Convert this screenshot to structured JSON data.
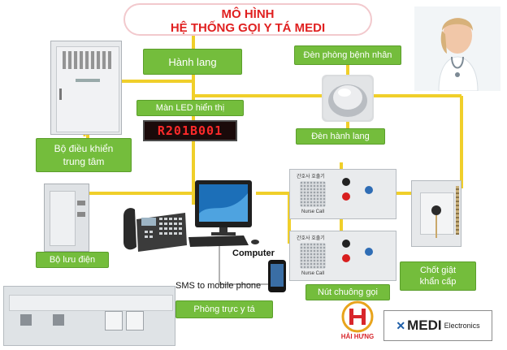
{
  "title": {
    "line1": "MÔ HÌNH",
    "line2": "HỆ THỐNG GỌI Y TÁ MEDI"
  },
  "labels": {
    "hanh_lang": "Hành lang",
    "den_phong": "Đèn phòng bệnh nhân",
    "man_led": "Màn LED hiển thị",
    "led_text": "R201B001",
    "den_hanh_lang": "Đèn hành lang",
    "bo_dieu_khien": [
      "Bộ điều khiển",
      "trung tâm"
    ],
    "bo_luu_dien": "Bộ lưu điện",
    "computer": "Computer",
    "sms": "SMS to mobile phone",
    "phong_truc": "Phòng trực y tá",
    "nut_chuong": "Nút chuông gọi",
    "chot_giat": [
      "Chốt giật",
      "khẩn cấp"
    ]
  },
  "device_text": {
    "nurse_call": "Nurse Call",
    "panel_header": "간호사 호출기"
  },
  "logos": {
    "hai_hung": "HẢI HƯNG",
    "medi": "MEDI",
    "medi_suffix": "Electronics"
  },
  "colors": {
    "accent_green": "#74bd3c",
    "wire_yellow": "#f0cf2a",
    "title_red": "#e02020",
    "led_red": "#ff2a2a"
  }
}
